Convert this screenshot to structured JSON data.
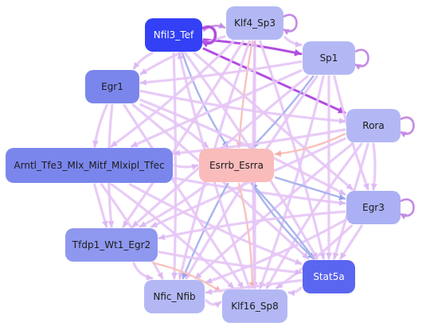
{
  "colors": {
    "edge_main": "#e6c6f6",
    "edge_dark": "#c58ae6",
    "edge_blue": "#a9b4ee",
    "edge_peach": "#f8c2bb",
    "edge_strong": "#b24ee0",
    "text_dark": "#1c1c1c",
    "text_light": "#ffffff"
  },
  "nodes": [
    {
      "id": "nfil3",
      "label": "Nfil3_Tef",
      "fill": "#3340f5",
      "text": "light"
    },
    {
      "id": "klf4",
      "label": "Klf4_Sp3",
      "fill": "#b3b8f5",
      "text": "dark"
    },
    {
      "id": "sp1",
      "label": "Sp1",
      "fill": "#b3b8f5",
      "text": "dark"
    },
    {
      "id": "egr1",
      "label": "Egr1",
      "fill": "#7b86ec",
      "text": "dark"
    },
    {
      "id": "rora",
      "label": "Rora",
      "fill": "#b3b8f5",
      "text": "dark"
    },
    {
      "id": "arntl",
      "label": "Arntl_Tfe3_Mlx_Mitf_Mlxipl_Tfec",
      "fill": "#7b86ec",
      "text": "dark"
    },
    {
      "id": "esrrb",
      "label": "Esrrb_Esrra",
      "fill": "#fabbbb",
      "text": "dark"
    },
    {
      "id": "egr3",
      "label": "Egr3",
      "fill": "#aab0f3",
      "text": "dark"
    },
    {
      "id": "tfdp1",
      "label": "Tfdp1_Wt1_Egr2",
      "fill": "#8f98ef",
      "text": "dark"
    },
    {
      "id": "stat5a",
      "label": "Stat5a",
      "fill": "#5b66f0",
      "text": "light"
    },
    {
      "id": "nfic",
      "label": "Nfic_Nfib",
      "fill": "#b3b8f5",
      "text": "dark"
    },
    {
      "id": "klf16",
      "label": "Klf16_Sp8",
      "fill": "#b3b8f5",
      "text": "dark"
    }
  ],
  "edges": [
    [
      "nfil3",
      "klf4",
      "dark"
    ],
    [
      "nfil3",
      "sp1",
      "strong"
    ],
    [
      "nfil3",
      "rora",
      "strong"
    ],
    [
      "nfil3",
      "egr1",
      "main"
    ],
    [
      "nfil3",
      "esrrb",
      "blue"
    ],
    [
      "nfil3",
      "stat5a",
      "main"
    ],
    [
      "nfil3",
      "nfic",
      "main"
    ],
    [
      "nfil3",
      "egr3",
      "main"
    ],
    [
      "klf4",
      "sp1",
      "main"
    ],
    [
      "klf4",
      "egr1",
      "main"
    ],
    [
      "klf4",
      "arntl",
      "main"
    ],
    [
      "klf4",
      "tfdp1",
      "main"
    ],
    [
      "klf4",
      "klf16",
      "main"
    ],
    [
      "klf4",
      "esrrb",
      "peach"
    ],
    [
      "klf4",
      "nfic",
      "main"
    ],
    [
      "klf4",
      "stat5a",
      "main"
    ],
    [
      "sp1",
      "egr1",
      "main"
    ],
    [
      "sp1",
      "arntl",
      "main"
    ],
    [
      "sp1",
      "tfdp1",
      "main"
    ],
    [
      "sp1",
      "nfic",
      "main"
    ],
    [
      "sp1",
      "klf16",
      "main"
    ],
    [
      "sp1",
      "esrrb",
      "blue"
    ],
    [
      "sp1",
      "stat5a",
      "main"
    ],
    [
      "sp1",
      "egr3",
      "main"
    ],
    [
      "egr1",
      "rora",
      "main"
    ],
    [
      "egr1",
      "egr3",
      "main"
    ],
    [
      "egr1",
      "stat5a",
      "main"
    ],
    [
      "egr1",
      "klf16",
      "main"
    ],
    [
      "egr1",
      "arntl",
      "main"
    ],
    [
      "egr1",
      "tfdp1",
      "main"
    ],
    [
      "egr1",
      "esrrb",
      "main"
    ],
    [
      "rora",
      "arntl",
      "main"
    ],
    [
      "rora",
      "tfdp1",
      "main"
    ],
    [
      "rora",
      "nfic",
      "main"
    ],
    [
      "rora",
      "klf16",
      "main"
    ],
    [
      "rora",
      "esrrb",
      "peach"
    ],
    [
      "rora",
      "egr3",
      "main"
    ],
    [
      "rora",
      "stat5a",
      "main"
    ],
    [
      "arntl",
      "egr3",
      "main"
    ],
    [
      "arntl",
      "stat5a",
      "main"
    ],
    [
      "arntl",
      "klf16",
      "main"
    ],
    [
      "arntl",
      "nfic",
      "main"
    ],
    [
      "arntl",
      "tfdp1",
      "main"
    ],
    [
      "arntl",
      "esrrb",
      "main"
    ],
    [
      "esrrb",
      "stat5a",
      "blue"
    ],
    [
      "esrrb",
      "klf16",
      "peach"
    ],
    [
      "esrrb",
      "tfdp1",
      "main"
    ],
    [
      "esrrb",
      "egr3",
      "blue"
    ],
    [
      "esrrb",
      "nfic",
      "blue"
    ],
    [
      "egr3",
      "tfdp1",
      "main"
    ],
    [
      "egr3",
      "nfic",
      "main"
    ],
    [
      "egr3",
      "klf16",
      "main"
    ],
    [
      "egr3",
      "stat5a",
      "main"
    ],
    [
      "tfdp1",
      "stat5a",
      "main"
    ],
    [
      "tfdp1",
      "nfic",
      "main"
    ],
    [
      "tfdp1",
      "klf16",
      "peach"
    ],
    [
      "stat5a",
      "klf16",
      "main"
    ],
    [
      "stat5a",
      "nfic",
      "main"
    ],
    [
      "stat5a",
      "esrrb",
      "blue"
    ],
    [
      "nfic",
      "klf16",
      "main"
    ],
    [
      "klf16",
      "nfil3",
      "main"
    ],
    [
      "klf16",
      "klf4",
      "main"
    ]
  ],
  "self_loops": [
    "nfil3",
    "klf4",
    "sp1",
    "rora",
    "egr3"
  ]
}
